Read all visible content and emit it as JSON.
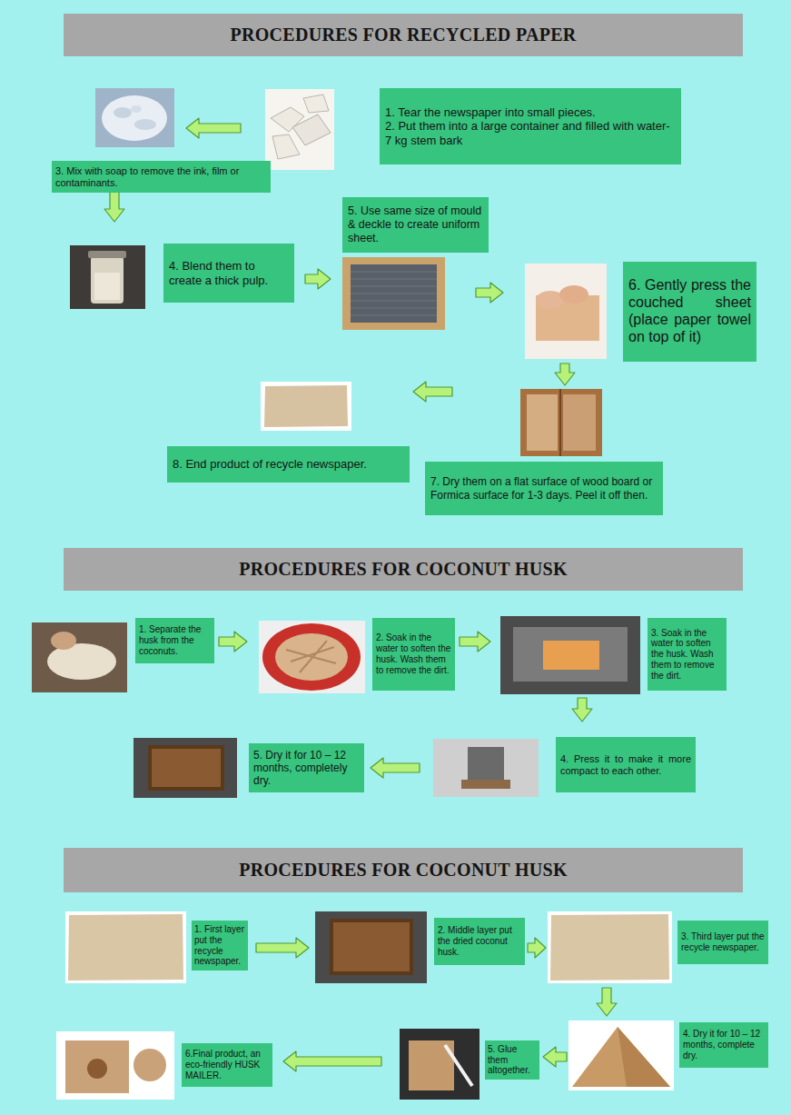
{
  "diagram": {
    "nodes": [
      {
        "text": [
          "PROCEDURES FOR RECYCLED PAPER"
        ]
      },
      {
        "text": [
          "1. Tear the newspaper into small pieces.",
          "2. Put them into a large container and filled with water-7 kg stem bark"
        ]
      },
      {
        "text": [
          "3. Mix with soap to remove the ink, film or contaminants."
        ]
      },
      {
        "text": [
          "4. Blend them to create a thick pulp."
        ]
      },
      {
        "text": [
          "5. Use same size of mould & deckle to create uniform sheet."
        ]
      },
      {
        "text": [
          "6. Gently press the couched sheet (place paper towel on top of it)"
        ]
      },
      {
        "text": [
          "7. Dry them on a flat surface of wood board or Formica surface for 1-3 days. Peel it off then."
        ]
      },
      {
        "text": [
          "8. End product of recycle newspaper."
        ]
      },
      {
        "text": [
          "PROCEDURES FOR COCONUT HUSK"
        ]
      },
      {
        "text": [
          "1. Separate the husk from the coconuts."
        ]
      },
      {
        "text": [
          "2. Soak in the water to soften the husk. Wash them to remove the dirt."
        ]
      },
      {
        "text": [
          "3. Soak in the water to soften the husk. Wash them to remove the dirt."
        ]
      },
      {
        "text": [
          "4. Press it to make it more compact to each other."
        ]
      },
      {
        "text": [
          "5. Dry it for 10 – 12 months, completely dry."
        ]
      },
      {
        "text": [
          "PROCEDURES FOR COCONUT HUSK"
        ]
      },
      {
        "text": [
          "1. First layer put the recycle newspaper."
        ]
      },
      {
        "text": [
          "2. Middle layer put the dried coconut husk."
        ]
      },
      {
        "text": [
          "3. Third layer put the recycle newspaper."
        ]
      },
      {
        "text": [
          "4. Dry it for 10 – 12 months, complete dry."
        ]
      },
      {
        "text": [
          "5. Glue them altogether."
        ]
      },
      {
        "text": [
          "6.Final product, an eco-friendly HUSK MAILER."
        ]
      }
    ],
    "edges": [
      {
        "from": 1,
        "to": 2,
        "arrow": "to"
      },
      {
        "from": 2,
        "to": 3,
        "arrow": "to"
      },
      {
        "from": 3,
        "to": 4,
        "arrow": "to"
      },
      {
        "from": 4,
        "to": 5,
        "arrow": "to"
      },
      {
        "from": 5,
        "to": 6,
        "arrow": "to"
      },
      {
        "from": 6,
        "to": 7,
        "arrow": "to"
      },
      {
        "from": 9,
        "to": 10,
        "arrow": "to"
      },
      {
        "from": 10,
        "to": 11,
        "arrow": "to"
      },
      {
        "from": 11,
        "to": 12,
        "arrow": "to"
      },
      {
        "from": 12,
        "to": 13,
        "arrow": "to"
      },
      {
        "from": 15,
        "to": 16,
        "arrow": "to"
      },
      {
        "from": 16,
        "to": 17,
        "arrow": "to"
      },
      {
        "from": 17,
        "to": 18,
        "arrow": "to"
      },
      {
        "from": 18,
        "to": 19,
        "arrow": "to"
      },
      {
        "from": 19,
        "to": 20,
        "arrow": "to"
      }
    ]
  }
}
